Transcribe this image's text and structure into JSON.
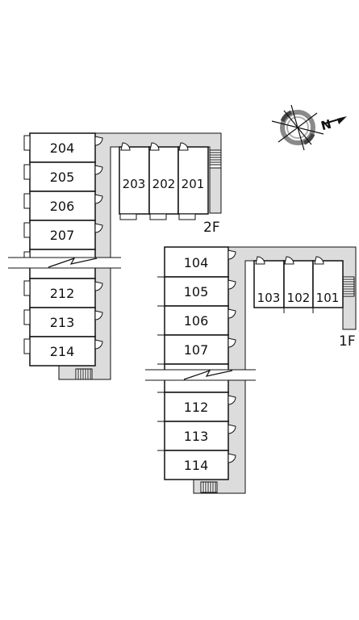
{
  "floors": {
    "second": {
      "label": "2F",
      "west_wing_rooms": [
        "204",
        "205",
        "206",
        "207",
        "212",
        "213",
        "214"
      ],
      "east_wing_rooms": [
        "203",
        "202",
        "201"
      ]
    },
    "first": {
      "label": "1F",
      "west_wing_rooms": [
        "104",
        "105",
        "106",
        "107",
        "112",
        "113",
        "114"
      ],
      "east_wing_rooms": [
        "103",
        "102",
        "101"
      ]
    }
  },
  "compass": {
    "north_label": "N"
  },
  "colors": {
    "corridor": "#dcdcdc",
    "wall": "#111111",
    "compass_ring": "#8a8a8a"
  }
}
